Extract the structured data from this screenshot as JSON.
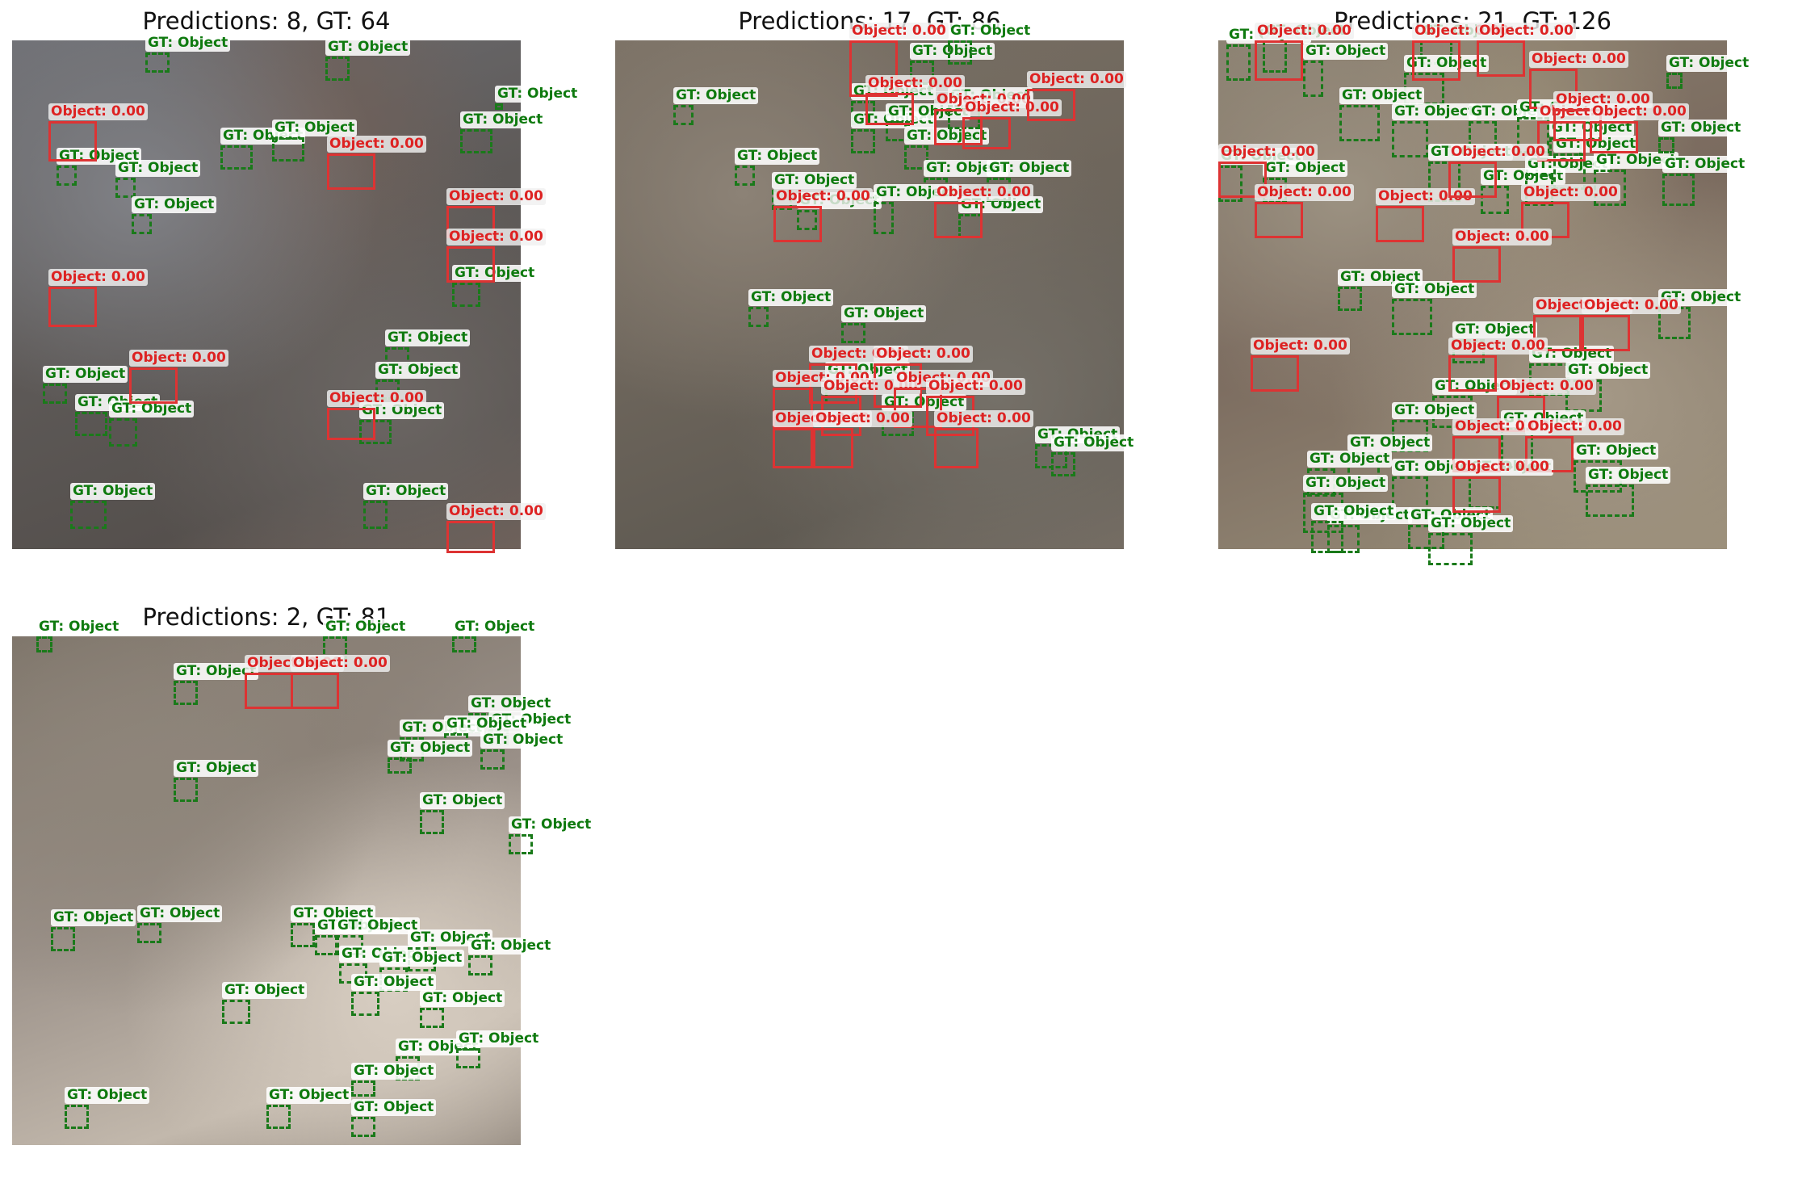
{
  "panels": [
    {
      "title": "Predictions: 8, GT: 64",
      "gt_label": "GT: Object",
      "pred_label": "Object: 0.00",
      "background": [
        "#6e6f74",
        "#5e5a58",
        "#55504d",
        "#706058"
      ]
    },
    {
      "title": "Predictions: 17, GT: 86",
      "gt_label": "GT: Object",
      "pred_label": "Object: 0.00",
      "background": [
        "#7a7064",
        "#6e665c",
        "#5f5a52",
        "#756c62"
      ]
    },
    {
      "title": "Predictions: 21, GT: 126",
      "gt_label": "GT: Object",
      "pred_label": "Object: 0.00",
      "background": [
        "#8a8070",
        "#7a6a5e",
        "#8e8270",
        "#9a8e78"
      ]
    },
    {
      "title": "Predictions: 2, GT: 81",
      "gt_label": "GT: Object",
      "pred_label": "Object: 0.00",
      "background": [
        "#7c7368",
        "#9a9088",
        "#c2b8ac",
        "#8a8076"
      ]
    }
  ],
  "colors": {
    "gt": "#1a7a1a",
    "prediction": "#dd3333"
  }
}
